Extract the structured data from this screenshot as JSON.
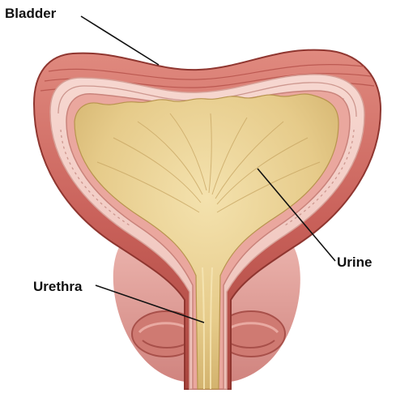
{
  "labels": {
    "bladder": "Bladder",
    "urine": "Urine",
    "urethra": "Urethra"
  },
  "colors": {
    "muscle_outer": "#c9615a",
    "muscle_highlight": "#e08a7f",
    "muscle_dark": "#9e3e38",
    "lining": "#f3cdc6",
    "lining_texture": "#d9a79f",
    "inner_wall": "#e9a9a0",
    "urine": "#e3c888",
    "urine_light": "#f1dea7",
    "urine_dark": "#c9a95f",
    "tissue": "#d98c86",
    "label_text": "#111111",
    "leader_line": "#111111"
  }
}
